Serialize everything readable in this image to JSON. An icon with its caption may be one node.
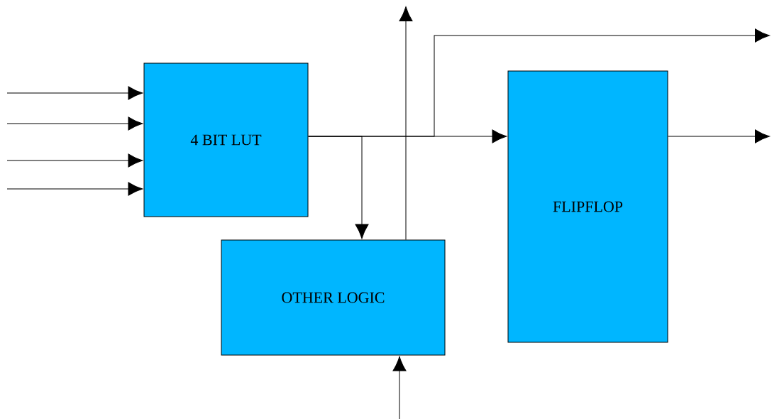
{
  "diagram": {
    "nodes": [
      {
        "text": [
          "4 BIT LUT"
        ]
      },
      {
        "text": [
          "OTHER LOGIC"
        ]
      },
      {
        "text": [
          "FLIPFLOP"
        ]
      }
    ],
    "edges": [
      {
        "from": null,
        "to": 0,
        "arrow": "to"
      },
      {
        "from": null,
        "to": 0,
        "arrow": "to"
      },
      {
        "from": null,
        "to": 0,
        "arrow": "to"
      },
      {
        "from": null,
        "to": 0,
        "arrow": "to"
      },
      {
        "from": 0,
        "to": 2,
        "arrow": "to"
      },
      {
        "from": 0,
        "to": 1,
        "arrow": "to"
      },
      {
        "from": 0,
        "to": null,
        "arrow": "to"
      },
      {
        "from": 2,
        "to": null,
        "arrow": "to"
      },
      {
        "from": 1,
        "to": null,
        "arrow": "to"
      },
      {
        "from": null,
        "to": 1,
        "arrow": "to"
      }
    ]
  }
}
